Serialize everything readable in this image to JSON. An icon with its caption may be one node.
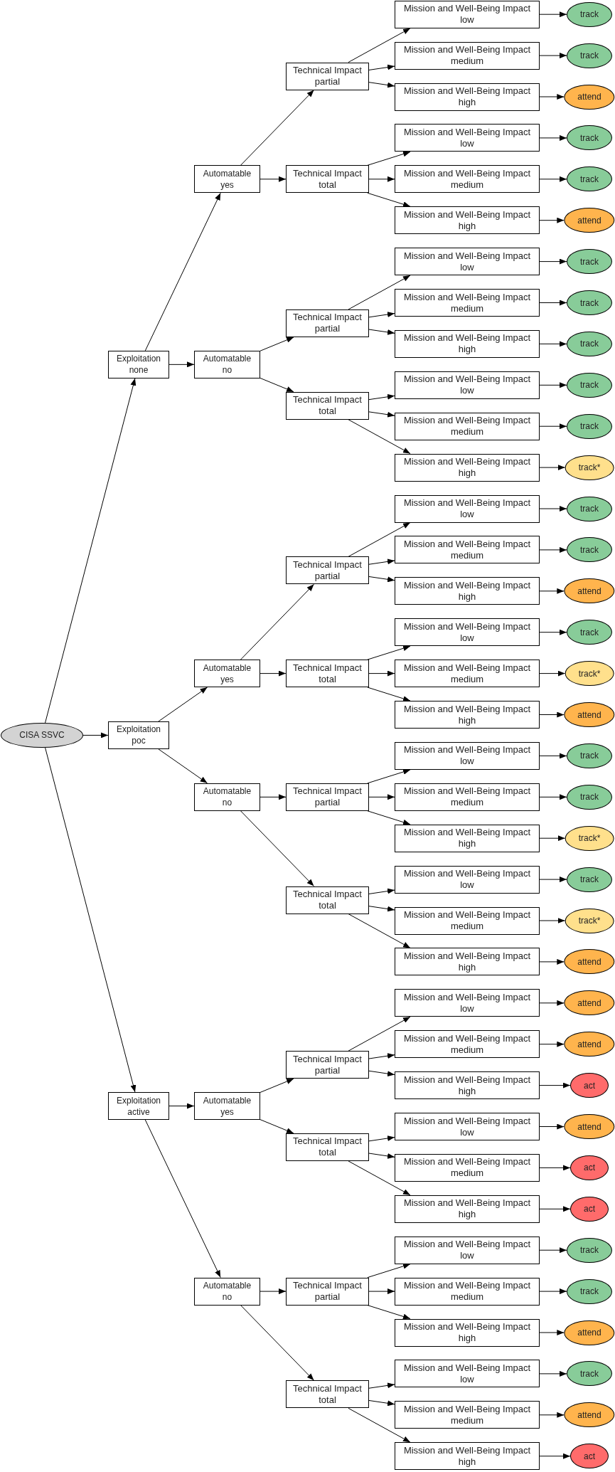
{
  "diagram": {
    "nodes": [
      {
        "text": [
          "CISA SSVC"
        ]
      },
      {
        "text": [
          "Exploitation",
          "none"
        ]
      },
      {
        "text": [
          "Automatable",
          "yes"
        ]
      },
      {
        "text": [
          "Technical Impact",
          "partial"
        ]
      },
      {
        "text": [
          "Mission and Well-Being Impact",
          "low"
        ]
      },
      {
        "text": [
          "track"
        ]
      },
      {
        "text": [
          "Mission and Well-Being Impact",
          "medium"
        ]
      },
      {
        "text": [
          "track"
        ]
      },
      {
        "text": [
          "Mission and Well-Being Impact",
          "high"
        ]
      },
      {
        "text": [
          "attend"
        ]
      },
      {
        "text": [
          "Technical Impact",
          "total"
        ]
      },
      {
        "text": [
          "Mission and Well-Being Impact",
          "low"
        ]
      },
      {
        "text": [
          "track"
        ]
      },
      {
        "text": [
          "Mission and Well-Being Impact",
          "medium"
        ]
      },
      {
        "text": [
          "track"
        ]
      },
      {
        "text": [
          "Mission and Well-Being Impact",
          "high"
        ]
      },
      {
        "text": [
          "attend"
        ]
      },
      {
        "text": [
          "Automatable",
          "no"
        ]
      },
      {
        "text": [
          "Technical Impact",
          "partial"
        ]
      },
      {
        "text": [
          "Mission and Well-Being Impact",
          "low"
        ]
      },
      {
        "text": [
          "track"
        ]
      },
      {
        "text": [
          "Mission and Well-Being Impact",
          "medium"
        ]
      },
      {
        "text": [
          "track"
        ]
      },
      {
        "text": [
          "Mission and Well-Being Impact",
          "high"
        ]
      },
      {
        "text": [
          "track"
        ]
      },
      {
        "text": [
          "Technical Impact",
          "total"
        ]
      },
      {
        "text": [
          "Mission and Well-Being Impact",
          "low"
        ]
      },
      {
        "text": [
          "track"
        ]
      },
      {
        "text": [
          "Mission and Well-Being Impact",
          "medium"
        ]
      },
      {
        "text": [
          "track"
        ]
      },
      {
        "text": [
          "Mission and Well-Being Impact",
          "high"
        ]
      },
      {
        "text": [
          "track*"
        ]
      },
      {
        "text": [
          "Exploitation",
          "poc"
        ]
      },
      {
        "text": [
          "Automatable",
          "yes"
        ]
      },
      {
        "text": [
          "Technical Impact",
          "partial"
        ]
      },
      {
        "text": [
          "Mission and Well-Being Impact",
          "low"
        ]
      },
      {
        "text": [
          "track"
        ]
      },
      {
        "text": [
          "Mission and Well-Being Impact",
          "medium"
        ]
      },
      {
        "text": [
          "track"
        ]
      },
      {
        "text": [
          "Mission and Well-Being Impact",
          "high"
        ]
      },
      {
        "text": [
          "attend"
        ]
      },
      {
        "text": [
          "Technical Impact",
          "total"
        ]
      },
      {
        "text": [
          "Mission and Well-Being Impact",
          "low"
        ]
      },
      {
        "text": [
          "track"
        ]
      },
      {
        "text": [
          "Mission and Well-Being Impact",
          "medium"
        ]
      },
      {
        "text": [
          "track*"
        ]
      },
      {
        "text": [
          "Mission and Well-Being Impact",
          "high"
        ]
      },
      {
        "text": [
          "attend"
        ]
      },
      {
        "text": [
          "Automatable",
          "no"
        ]
      },
      {
        "text": [
          "Technical Impact",
          "partial"
        ]
      },
      {
        "text": [
          "Mission and Well-Being Impact",
          "low"
        ]
      },
      {
        "text": [
          "track"
        ]
      },
      {
        "text": [
          "Mission and Well-Being Impact",
          "medium"
        ]
      },
      {
        "text": [
          "track"
        ]
      },
      {
        "text": [
          "Mission and Well-Being Impact",
          "high"
        ]
      },
      {
        "text": [
          "track*"
        ]
      },
      {
        "text": [
          "Technical Impact",
          "total"
        ]
      },
      {
        "text": [
          "Mission and Well-Being Impact",
          "low"
        ]
      },
      {
        "text": [
          "track"
        ]
      },
      {
        "text": [
          "Mission and Well-Being Impact",
          "medium"
        ]
      },
      {
        "text": [
          "track*"
        ]
      },
      {
        "text": [
          "Mission and Well-Being Impact",
          "high"
        ]
      },
      {
        "text": [
          "attend"
        ]
      },
      {
        "text": [
          "Exploitation",
          "active"
        ]
      },
      {
        "text": [
          "Automatable",
          "yes"
        ]
      },
      {
        "text": [
          "Technical Impact",
          "partial"
        ]
      },
      {
        "text": [
          "Mission and Well-Being Impact",
          "low"
        ]
      },
      {
        "text": [
          "attend"
        ]
      },
      {
        "text": [
          "Mission and Well-Being Impact",
          "medium"
        ]
      },
      {
        "text": [
          "attend"
        ]
      },
      {
        "text": [
          "Mission and Well-Being Impact",
          "high"
        ]
      },
      {
        "text": [
          "act"
        ]
      },
      {
        "text": [
          "Technical Impact",
          "total"
        ]
      },
      {
        "text": [
          "Mission and Well-Being Impact",
          "low"
        ]
      },
      {
        "text": [
          "attend"
        ]
      },
      {
        "text": [
          "Mission and Well-Being Impact",
          "medium"
        ]
      },
      {
        "text": [
          "act"
        ]
      },
      {
        "text": [
          "Mission and Well-Being Impact",
          "high"
        ]
      },
      {
        "text": [
          "act"
        ]
      },
      {
        "text": [
          "Automatable",
          "no"
        ]
      },
      {
        "text": [
          "Technical Impact",
          "partial"
        ]
      },
      {
        "text": [
          "Mission and Well-Being Impact",
          "low"
        ]
      },
      {
        "text": [
          "track"
        ]
      },
      {
        "text": [
          "Mission and Well-Being Impact",
          "medium"
        ]
      },
      {
        "text": [
          "track"
        ]
      },
      {
        "text": [
          "Mission and Well-Being Impact",
          "high"
        ]
      },
      {
        "text": [
          "attend"
        ]
      },
      {
        "text": [
          "Technical Impact",
          "total"
        ]
      },
      {
        "text": [
          "Mission and Well-Being Impact",
          "low"
        ]
      },
      {
        "text": [
          "track"
        ]
      },
      {
        "text": [
          "Mission and Well-Being Impact",
          "medium"
        ]
      },
      {
        "text": [
          "attend"
        ]
      },
      {
        "text": [
          "Mission and Well-Being Impact",
          "high"
        ]
      },
      {
        "text": [
          "act"
        ]
      }
    ],
    "edges": [
      {
        "from": 0,
        "to": 1,
        "arrow": "to"
      },
      {
        "from": 1,
        "to": 2,
        "arrow": "to"
      },
      {
        "from": 2,
        "to": 3,
        "arrow": "to"
      },
      {
        "from": 3,
        "to": 4,
        "arrow": "to"
      },
      {
        "from": 4,
        "to": 5,
        "arrow": "to"
      },
      {
        "from": 3,
        "to": 6,
        "arrow": "to"
      },
      {
        "from": 6,
        "to": 7,
        "arrow": "to"
      },
      {
        "from": 3,
        "to": 8,
        "arrow": "to"
      },
      {
        "from": 8,
        "to": 9,
        "arrow": "to"
      },
      {
        "from": 2,
        "to": 10,
        "arrow": "to"
      },
      {
        "from": 10,
        "to": 11,
        "arrow": "to"
      },
      {
        "from": 11,
        "to": 12,
        "arrow": "to"
      },
      {
        "from": 10,
        "to": 13,
        "arrow": "to"
      },
      {
        "from": 13,
        "to": 14,
        "arrow": "to"
      },
      {
        "from": 10,
        "to": 15,
        "arrow": "to"
      },
      {
        "from": 15,
        "to": 16,
        "arrow": "to"
      },
      {
        "from": 1,
        "to": 17,
        "arrow": "to"
      },
      {
        "from": 17,
        "to": 18,
        "arrow": "to"
      },
      {
        "from": 18,
        "to": 19,
        "arrow": "to"
      },
      {
        "from": 19,
        "to": 20,
        "arrow": "to"
      },
      {
        "from": 18,
        "to": 21,
        "arrow": "to"
      },
      {
        "from": 21,
        "to": 22,
        "arrow": "to"
      },
      {
        "from": 18,
        "to": 23,
        "arrow": "to"
      },
      {
        "from": 23,
        "to": 24,
        "arrow": "to"
      },
      {
        "from": 17,
        "to": 25,
        "arrow": "to"
      },
      {
        "from": 25,
        "to": 26,
        "arrow": "to"
      },
      {
        "from": 26,
        "to": 27,
        "arrow": "to"
      },
      {
        "from": 25,
        "to": 28,
        "arrow": "to"
      },
      {
        "from": 28,
        "to": 29,
        "arrow": "to"
      },
      {
        "from": 25,
        "to": 30,
        "arrow": "to"
      },
      {
        "from": 30,
        "to": 31,
        "arrow": "to"
      },
      {
        "from": 0,
        "to": 32,
        "arrow": "to"
      },
      {
        "from": 32,
        "to": 33,
        "arrow": "to"
      },
      {
        "from": 33,
        "to": 34,
        "arrow": "to"
      },
      {
        "from": 34,
        "to": 35,
        "arrow": "to"
      },
      {
        "from": 35,
        "to": 36,
        "arrow": "to"
      },
      {
        "from": 34,
        "to": 37,
        "arrow": "to"
      },
      {
        "from": 37,
        "to": 38,
        "arrow": "to"
      },
      {
        "from": 34,
        "to": 39,
        "arrow": "to"
      },
      {
        "from": 39,
        "to": 40,
        "arrow": "to"
      },
      {
        "from": 33,
        "to": 41,
        "arrow": "to"
      },
      {
        "from": 41,
        "to": 42,
        "arrow": "to"
      },
      {
        "from": 42,
        "to": 43,
        "arrow": "to"
      },
      {
        "from": 41,
        "to": 44,
        "arrow": "to"
      },
      {
        "from": 44,
        "to": 45,
        "arrow": "to"
      },
      {
        "from": 41,
        "to": 46,
        "arrow": "to"
      },
      {
        "from": 46,
        "to": 47,
        "arrow": "to"
      },
      {
        "from": 32,
        "to": 48,
        "arrow": "to"
      },
      {
        "from": 48,
        "to": 49,
        "arrow": "to"
      },
      {
        "from": 49,
        "to": 50,
        "arrow": "to"
      },
      {
        "from": 50,
        "to": 51,
        "arrow": "to"
      },
      {
        "from": 49,
        "to": 52,
        "arrow": "to"
      },
      {
        "from": 52,
        "to": 53,
        "arrow": "to"
      },
      {
        "from": 49,
        "to": 54,
        "arrow": "to"
      },
      {
        "from": 54,
        "to": 55,
        "arrow": "to"
      },
      {
        "from": 48,
        "to": 56,
        "arrow": "to"
      },
      {
        "from": 56,
        "to": 57,
        "arrow": "to"
      },
      {
        "from": 57,
        "to": 58,
        "arrow": "to"
      },
      {
        "from": 56,
        "to": 59,
        "arrow": "to"
      },
      {
        "from": 59,
        "to": 60,
        "arrow": "to"
      },
      {
        "from": 56,
        "to": 61,
        "arrow": "to"
      },
      {
        "from": 61,
        "to": 62,
        "arrow": "to"
      },
      {
        "from": 0,
        "to": 63,
        "arrow": "to"
      },
      {
        "from": 63,
        "to": 64,
        "arrow": "to"
      },
      {
        "from": 64,
        "to": 65,
        "arrow": "to"
      },
      {
        "from": 65,
        "to": 66,
        "arrow": "to"
      },
      {
        "from": 66,
        "to": 67,
        "arrow": "to"
      },
      {
        "from": 65,
        "to": 68,
        "arrow": "to"
      },
      {
        "from": 68,
        "to": 69,
        "arrow": "to"
      },
      {
        "from": 65,
        "to": 70,
        "arrow": "to"
      },
      {
        "from": 70,
        "to": 71,
        "arrow": "to"
      },
      {
        "from": 64,
        "to": 72,
        "arrow": "to"
      },
      {
        "from": 72,
        "to": 73,
        "arrow": "to"
      },
      {
        "from": 73,
        "to": 74,
        "arrow": "to"
      },
      {
        "from": 72,
        "to": 75,
        "arrow": "to"
      },
      {
        "from": 75,
        "to": 76,
        "arrow": "to"
      },
      {
        "from": 72,
        "to": 77,
        "arrow": "to"
      },
      {
        "from": 77,
        "to": 78,
        "arrow": "to"
      },
      {
        "from": 63,
        "to": 79,
        "arrow": "to"
      },
      {
        "from": 79,
        "to": 80,
        "arrow": "to"
      },
      {
        "from": 80,
        "to": 81,
        "arrow": "to"
      },
      {
        "from": 81,
        "to": 82,
        "arrow": "to"
      },
      {
        "from": 80,
        "to": 83,
        "arrow": "to"
      },
      {
        "from": 83,
        "to": 84,
        "arrow": "to"
      },
      {
        "from": 80,
        "to": 85,
        "arrow": "to"
      },
      {
        "from": 85,
        "to": 86,
        "arrow": "to"
      },
      {
        "from": 79,
        "to": 87,
        "arrow": "to"
      },
      {
        "from": 87,
        "to": 88,
        "arrow": "to"
      },
      {
        "from": 88,
        "to": 89,
        "arrow": "to"
      },
      {
        "from": 87,
        "to": 90,
        "arrow": "to"
      },
      {
        "from": 90,
        "to": 91,
        "arrow": "to"
      },
      {
        "from": 87,
        "to": 92,
        "arrow": "to"
      },
      {
        "from": 92,
        "to": 93,
        "arrow": "to"
      }
    ]
  }
}
